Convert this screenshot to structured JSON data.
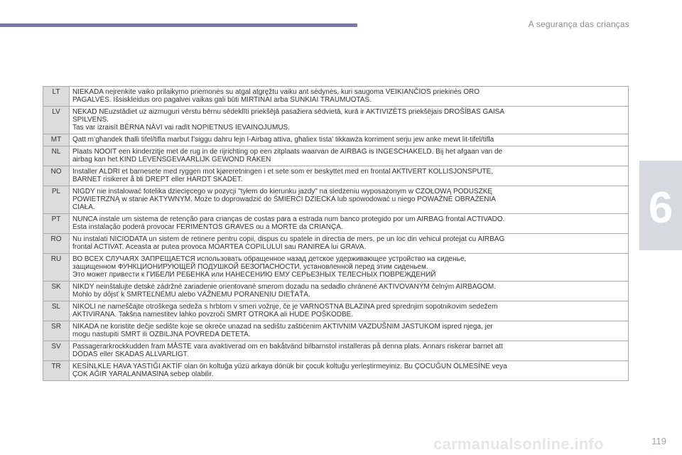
{
  "header": {
    "title": "A segurança das crianças"
  },
  "chapter": {
    "number": "6"
  },
  "warnings": [
    {
      "code": "LT",
      "lines": [
        "NIEKADA neįrenkite vaiko prilaikymo priemonės su atgal atgręžtu vaiku ant sėdynės, kuri saugoma VEIKIANČIOS priekinės ORO",
        "PAGALVĖS. Išsiskleidus oro pagalvei vaikas gali būti MIRTINAI arba SUNKIAI TRAUMUOTAS."
      ]
    },
    {
      "code": "LV",
      "lines": [
        "NEKAD NEuzstādiet uz aizmuguri vērstu bērnu sēdeklīti priekšējā pasažiera sēdvietā, kurā ir AKTIVIZĒTS priekšējais DROŠĪBAS GAISA",
        "SPILVENS.",
        "Tas var izraisīt BĒRNA NĀVI vai radīt NOPIETNUS IEVAINOJUMUS."
      ]
    },
    {
      "code": "MT",
      "lines": [
        "Qatt m’għandek tħalli tifel/tifla marbut f’siggu dahru lejn l-Airbag attiva, għaliex tista’ tikkawża korriment serju jew anke mewt lit-tifel/tifla"
      ]
    },
    {
      "code": "NL",
      "lines": [
        "Plaats NOOIT een kinderzitje met de rug in de rijrichting op een zitplaats waarvan de AIRBAG is INGESCHAKELD. Bij het afgaan van de",
        "airbag kan het KIND LEVENSGEVAARLIJK GEWOND RAKEN"
      ]
    },
    {
      "code": "NO",
      "lines": [
        "Installer ALDRI et barnesete med ryggen mot kjøreretningen i et sete som er beskyttet med en frontal AKTIVERT KOLLISJONSPUTE,",
        "BARNET risikerer å bli DREPT eller HARDT SKADET."
      ]
    },
    {
      "code": "PL",
      "lines": [
        "NIGDY nie instalować fotelika dziecięcego w pozycji \"tyłem do kierunku jazdy\" na siedzeniu wyposażonym w CZOŁOWĄ PODUSZKĘ",
        "POWIETRZNĄ w stanie AKTYWNYM. Może to doprowadzić do ŚMIERCI DZIECKA lub spowodować u niego POWAŻNE OBRAŻENIA",
        "CIAŁA."
      ]
    },
    {
      "code": "PT",
      "lines": [
        "NUNCA instale um sistema de retenção para crianças de costas para a estrada num banco protegido por um AIRBAG frontal ACTIVADO.",
        "Esta instalação poderá provocar FERIMENTOS GRAVES ou a MORTE da CRIANÇA."
      ]
    },
    {
      "code": "RO",
      "lines": [
        "Nu instalati NICIODATA un sistem de retinere pentru copii, dispus cu spatele in directia de mers, pe un loc din vehicul protejat cu AIRBAG",
        "frontal ACTIVAT. Aceasta ar putea provoca MOARTEA COPILULUI sau RANIREA lui GRAVA."
      ]
    },
    {
      "code": "RU",
      "lines": [
        "ВО ВСЕХ СЛУЧАЯХ ЗАПРЕЩАЕТСЯ использовать обращенное назад детское удерживающее устройство на сиденье,",
        "защищенном ФУНКЦИОНИРУЮЩЕЙ ПОДУШКОЙ БЕЗОПАСНОСТИ, установленной перед этим сиденьем.",
        "Это может привести к ГИБЕЛИ РЕБЕНКА или НАНЕСЕНИЮ ЕМУ СЕРЬЕЗНЫХ ТЕЛЕСНЫХ ПОВРЕЖДЕНИЙ"
      ]
    },
    {
      "code": "SK",
      "lines": [
        "NIKDY neinštalujte detské zádržné zariadenie orientované smerom dozadu na sedadlo chránené AKTIVOVANÝM čelným AIRBAGOM.",
        "Mohlo by dôjsť k SMRTEĽNÉMU alebo VÁŽNEMU PORANENIU DIEŤAŤA."
      ]
    },
    {
      "code": "SL",
      "lines": [
        "NIKOLI ne nameščajte otroškega sedeža s hrbtom v smeri vožnje, če je VARNOSTNA BLAZINA pred sprednjim sopotnikovim sedežem",
        "AKTIVIRANA. Takšna namestitev lahko povzroči SMRT OTROKA ali HUDE POŠKODBE."
      ]
    },
    {
      "code": "SR",
      "lines": [
        "NIKADA ne koristite dečje sedište koje se okreće unazad na sedištu zaštićenim AKTIVNIM VAZDUŠNIM JASTUKOM ispred njega, jer",
        "mogu nastupiti SMRT ili OZBILJNA POVREDA DETETA."
      ]
    },
    {
      "code": "SV",
      "lines": [
        "Passagerarkrockkudden fram MÅSTE vara avaktiverad om en bakåtvänd bilbarnstol installeras på denna plats. Annars riskerar barnet att",
        "DÖDAS eller SKADAS ALLVARLIGT."
      ]
    },
    {
      "code": "TR",
      "lines": [
        "KESİNLKLE HAVA YASTIĞI AKTİF olan ön koltuğa yüzü arkaya dönük bir çocuk koltuğu yerleştirmeyiniz. Bu ÇOCUĞUN ÖLMESİNE veya",
        "ÇOK AĞIR YARALANMASINA sebep olabilir."
      ]
    }
  ],
  "footer": {
    "page_number": "119",
    "watermark": "carmanualsonline.info"
  }
}
